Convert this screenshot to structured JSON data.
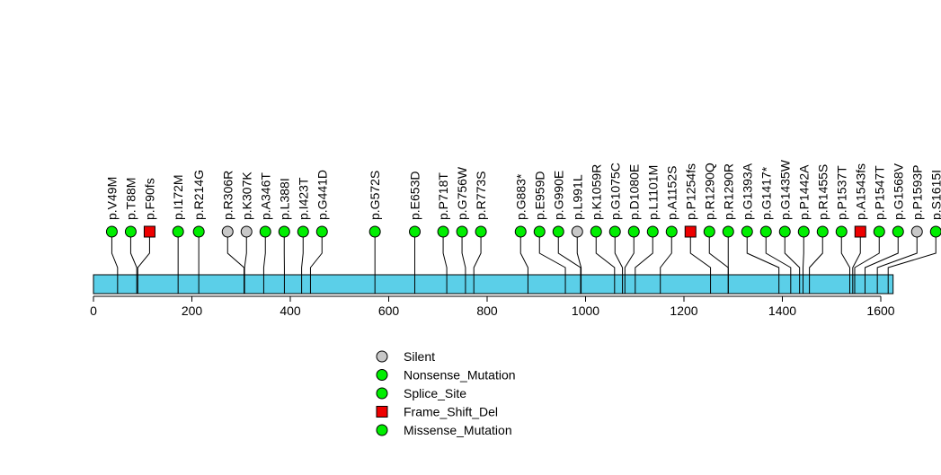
{
  "chart_data": {
    "type": "lollipop",
    "protein_length": 1625,
    "xlim": [
      0,
      1625
    ],
    "x_ticks": [
      0,
      200,
      400,
      600,
      800,
      1000,
      1200,
      1400,
      1600
    ],
    "colors": {
      "Silent": "#c8c8c8",
      "Nonsense_Mutation": "#00ee00",
      "Splice_Site": "#00ee00",
      "Frame_Shift_Del": "#ee0000",
      "Missense_Mutation": "#00ee00",
      "protein_bar": "#5bcfe8"
    },
    "legend": [
      {
        "label": "Silent",
        "shape": "circle"
      },
      {
        "label": "Nonsense_Mutation",
        "shape": "circle"
      },
      {
        "label": "Splice_Site",
        "shape": "circle"
      },
      {
        "label": "Frame_Shift_Del",
        "shape": "square"
      },
      {
        "label": "Missense_Mutation",
        "shape": "circle"
      }
    ],
    "mutations": [
      {
        "label": "p.V49M",
        "pos": 49,
        "type": "Missense_Mutation"
      },
      {
        "label": "p.T88M",
        "pos": 88,
        "type": "Missense_Mutation"
      },
      {
        "label": "p.F90fs",
        "pos": 90,
        "type": "Frame_Shift_Del"
      },
      {
        "label": "p.I172M",
        "pos": 172,
        "type": "Missense_Mutation"
      },
      {
        "label": "p.R214G",
        "pos": 214,
        "type": "Missense_Mutation"
      },
      {
        "label": "p.R306R",
        "pos": 306,
        "type": "Silent"
      },
      {
        "label": "p.K307K",
        "pos": 307,
        "type": "Silent"
      },
      {
        "label": "p.A346T",
        "pos": 346,
        "type": "Missense_Mutation"
      },
      {
        "label": "p.L388I",
        "pos": 388,
        "type": "Missense_Mutation"
      },
      {
        "label": "p.I423T",
        "pos": 423,
        "type": "Missense_Mutation"
      },
      {
        "label": "p.G441D",
        "pos": 441,
        "type": "Missense_Mutation"
      },
      {
        "label": "p.G572S",
        "pos": 572,
        "type": "Missense_Mutation"
      },
      {
        "label": "p.E653D",
        "pos": 653,
        "type": "Missense_Mutation"
      },
      {
        "label": "p.P718T",
        "pos": 718,
        "type": "Missense_Mutation"
      },
      {
        "label": "p.G756W",
        "pos": 756,
        "type": "Missense_Mutation"
      },
      {
        "label": "p.R773S",
        "pos": 773,
        "type": "Missense_Mutation"
      },
      {
        "label": "p.G883*",
        "pos": 883,
        "type": "Nonsense_Mutation"
      },
      {
        "label": "p.E959D",
        "pos": 959,
        "type": "Missense_Mutation"
      },
      {
        "label": "p.G990E",
        "pos": 990,
        "type": "Missense_Mutation"
      },
      {
        "label": "p.L991L",
        "pos": 991,
        "type": "Silent"
      },
      {
        "label": "p.K1059R",
        "pos": 1059,
        "type": "Missense_Mutation"
      },
      {
        "label": "p.G1075C",
        "pos": 1075,
        "type": "Missense_Mutation"
      },
      {
        "label": "p.D1080E",
        "pos": 1080,
        "type": "Missense_Mutation"
      },
      {
        "label": "p.L1101M",
        "pos": 1101,
        "type": "Missense_Mutation"
      },
      {
        "label": "p.A1152S",
        "pos": 1152,
        "type": "Missense_Mutation"
      },
      {
        "label": "p.P1254fs",
        "pos": 1254,
        "type": "Frame_Shift_Del"
      },
      {
        "label": "p.R1290Q",
        "pos": 1290,
        "type": "Missense_Mutation"
      },
      {
        "label": "p.R1290R",
        "pos": 1290,
        "type": "Missense_Mutation"
      },
      {
        "label": "p.G1393A",
        "pos": 1393,
        "type": "Missense_Mutation"
      },
      {
        "label": "p.G1417*",
        "pos": 1417,
        "type": "Nonsense_Mutation"
      },
      {
        "label": "p.G1435W",
        "pos": 1435,
        "type": "Missense_Mutation"
      },
      {
        "label": "p.P1442A",
        "pos": 1442,
        "type": "Missense_Mutation"
      },
      {
        "label": "p.R1455S",
        "pos": 1455,
        "type": "Missense_Mutation"
      },
      {
        "label": "p.P1537T",
        "pos": 1537,
        "type": "Missense_Mutation"
      },
      {
        "label": "p.A1543fs",
        "pos": 1543,
        "type": "Frame_Shift_Del"
      },
      {
        "label": "p.P1547T",
        "pos": 1547,
        "type": "Missense_Mutation"
      },
      {
        "label": "p.G1568V",
        "pos": 1568,
        "type": "Missense_Mutation"
      },
      {
        "label": "p.P1593P",
        "pos": 1593,
        "type": "Silent"
      },
      {
        "label": "p.S1615I",
        "pos": 1615,
        "type": "Missense_Mutation"
      }
    ]
  }
}
